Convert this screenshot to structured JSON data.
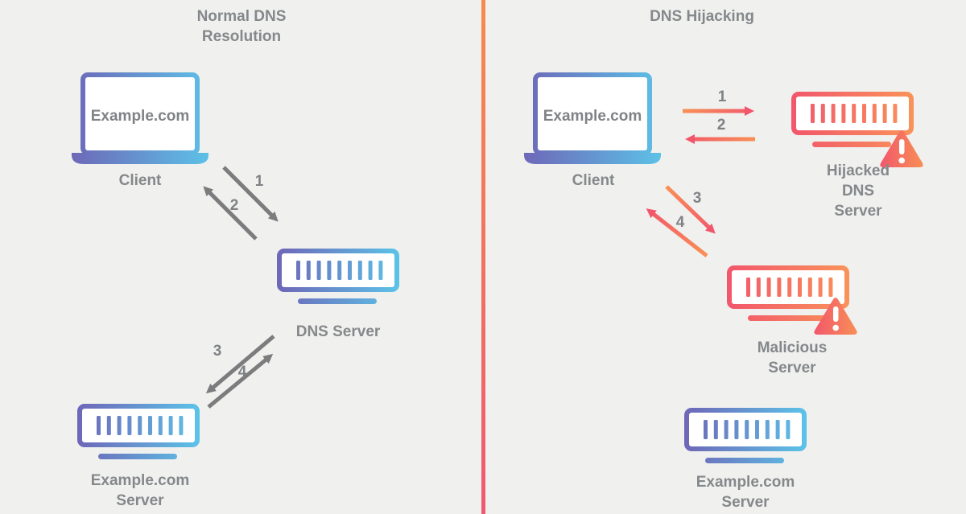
{
  "colors": {
    "background": "#f0f0ee",
    "blue_gradient_start": "#6e66b7",
    "blue_gradient_end": "#5cc3e8",
    "red_gradient_start": "#f2566c",
    "red_gradient_end": "#f9935a",
    "divider_top": "#f78a4e",
    "divider_bottom": "#ee5a72",
    "gray_text": "#85888b",
    "gray_arrow": "#7c7c7e"
  },
  "left_panel": {
    "title": "Normal DNS\nResolution",
    "client": {
      "screen_text": "Example.com",
      "label": "Client"
    },
    "steps": {
      "step1": "1",
      "step2": "2",
      "step3": "3",
      "step4": "4"
    },
    "dns_server_label": "DNS Server",
    "example_server_label": "Example.com\nServer"
  },
  "right_panel": {
    "title": "DNS Hijacking",
    "client": {
      "screen_text": "Example.com",
      "label": "Client"
    },
    "steps": {
      "step1": "1",
      "step2": "2",
      "step3": "3",
      "step4": "4"
    },
    "hijacked_server_label": "Hijacked\nDNS\nServer",
    "malicious_server_label": "Malicious\nServer",
    "example_server_label": "Example.com\nServer"
  }
}
